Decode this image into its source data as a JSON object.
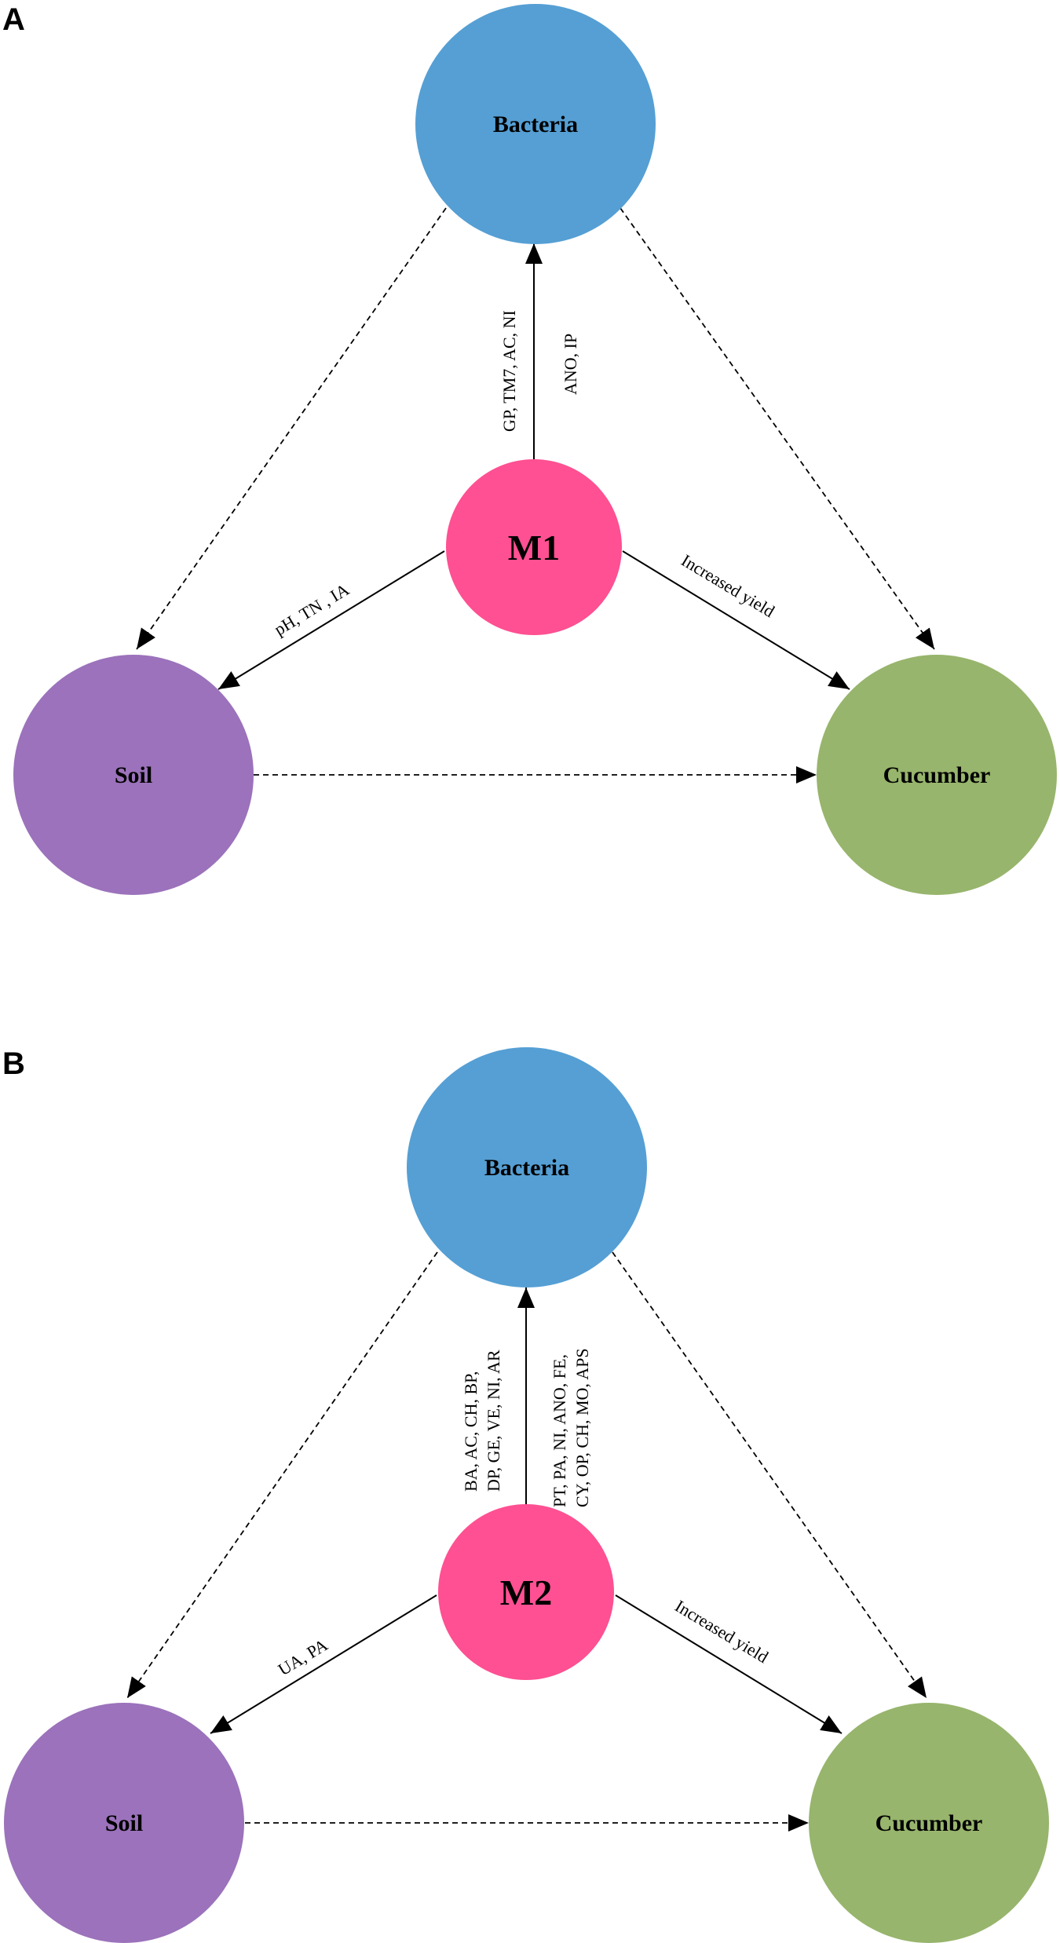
{
  "colors": {
    "bacteria": "#559fd4",
    "soil": "#9b72bb",
    "cucumber": "#97b56c",
    "treatment": "#fe5092"
  },
  "panels": [
    {
      "letter": "A",
      "center_label": "M1",
      "nodes": {
        "bacteria": "Bacteria",
        "soil": "Soil",
        "cucumber": "Cucumber"
      },
      "edges": {
        "to_bacteria_left": "GP, TM7, AC, NI",
        "to_bacteria_right": "ANO,  IP",
        "to_soil": "pH, TN , IA",
        "to_cucumber": "Increased yield"
      }
    },
    {
      "letter": "B",
      "center_label": "M2",
      "nodes": {
        "bacteria": "Bacteria",
        "soil": "Soil",
        "cucumber": "Cucumber"
      },
      "edges": {
        "to_bacteria_left_1": "BA,  AC,  CH,  BP,",
        "to_bacteria_left_2": "DP, GE, VE, NI, AR",
        "to_bacteria_right_1": "PT, PA, NI, ANO, FE,",
        "to_bacteria_right_2": "CY, OP, CH, MO, APS",
        "to_soil": "UA, PA",
        "to_cucumber": "Increased yield"
      }
    }
  ]
}
